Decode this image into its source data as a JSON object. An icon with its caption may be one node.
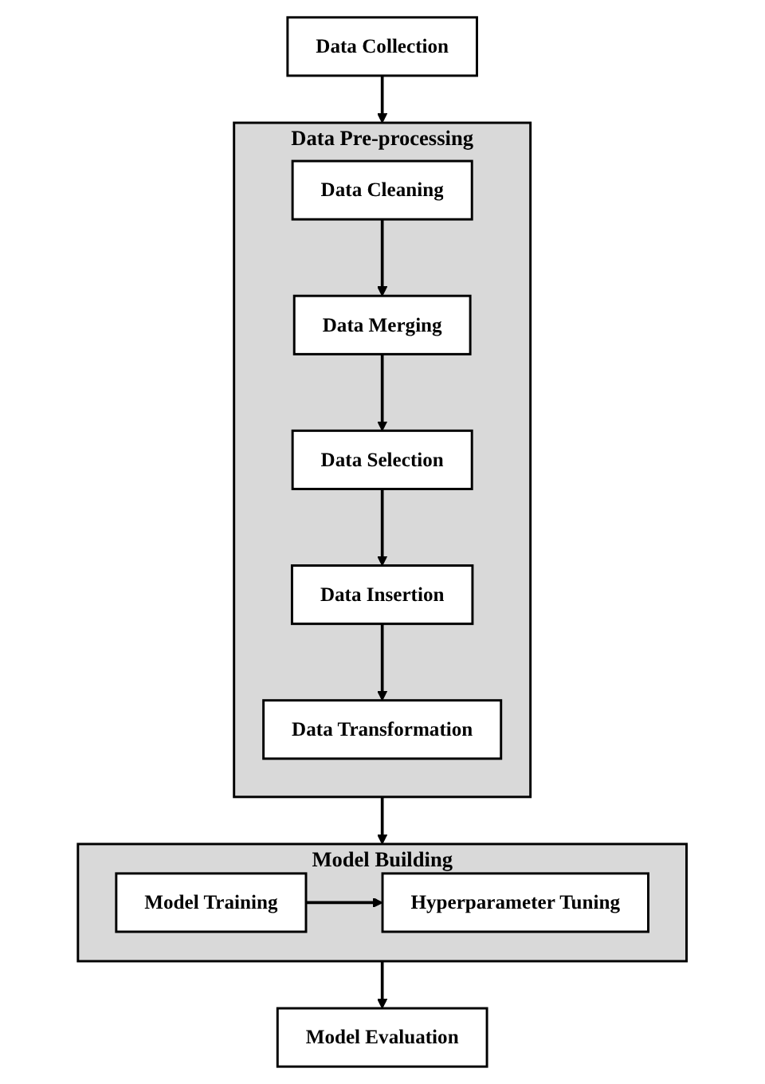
{
  "diagram": {
    "nodes": [
      {
        "text": [
          "Data Collection"
        ]
      },
      {
        "text": [
          "Data Pre-processing"
        ]
      },
      {
        "text": [
          "Data Cleaning"
        ],
        "in": 1
      },
      {
        "text": [
          "Data Merging"
        ],
        "in": 1
      },
      {
        "text": [
          "Data Selection"
        ],
        "in": 1
      },
      {
        "text": [
          "Data Insertion"
        ],
        "in": 1
      },
      {
        "text": [
          "Data Transformation"
        ],
        "in": 1
      },
      {
        "text": [
          "Model Building"
        ]
      },
      {
        "text": [
          "Model Training"
        ],
        "in": 7
      },
      {
        "text": [
          "Hyperparameter Tuning"
        ],
        "in": 7
      },
      {
        "text": [
          "Model Evaluation"
        ]
      }
    ],
    "edges": [
      {
        "from": 0,
        "to": 1,
        "arrow": "to"
      },
      {
        "from": 2,
        "to": 3,
        "arrow": "to"
      },
      {
        "from": 3,
        "to": 4,
        "arrow": "to"
      },
      {
        "from": 4,
        "to": 5,
        "arrow": "to"
      },
      {
        "from": 5,
        "to": 6,
        "arrow": "to"
      },
      {
        "from": 1,
        "to": 7,
        "arrow": "to"
      },
      {
        "from": 8,
        "to": 9,
        "arrow": "to"
      },
      {
        "from": 7,
        "to": 10,
        "arrow": "to"
      }
    ]
  }
}
